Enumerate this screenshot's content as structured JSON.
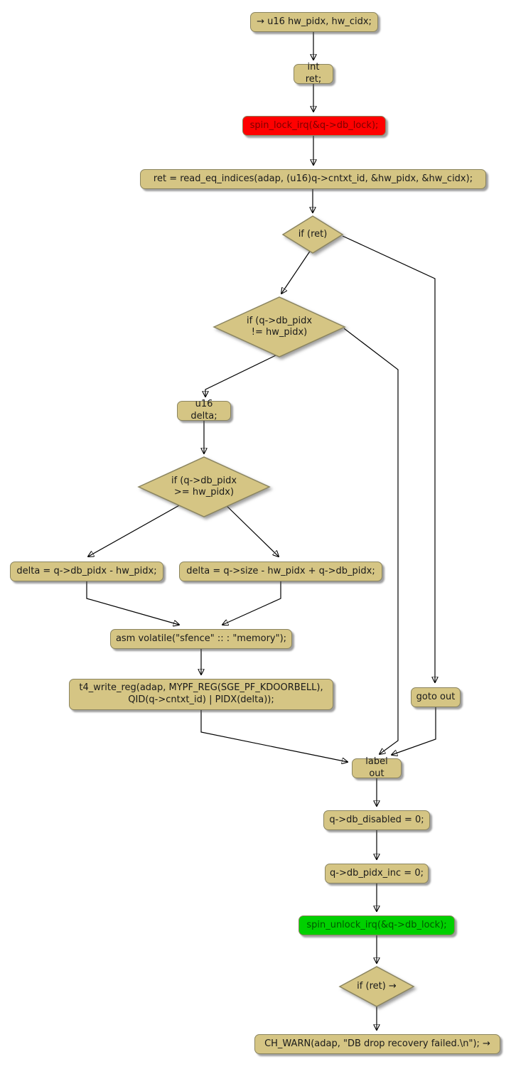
{
  "diagram": {
    "type": "activity-flowchart",
    "subject": "doorbell drop recovery function flow",
    "colors": {
      "node_fill": "#d5c584",
      "node_border": "#8b8560",
      "lock_fill": "#ff0000",
      "unlock_fill": "#00d000",
      "arrow": "#000000"
    }
  },
  "nodes": {
    "start_vars": {
      "text": "→ u16 hw_pidx, hw_cidx;"
    },
    "int_ret": {
      "text": "int ret;"
    },
    "spin_lock": {
      "text": "spin_lock_irq(&q->db_lock);"
    },
    "read_eq": {
      "text": "ret = read_eq_indices(adap, (u16)q->cntxt_id, &hw_pidx, &hw_cidx);"
    },
    "if_ret": {
      "text": "if (ret)"
    },
    "if_pidx_ne": {
      "text": "if (q->db_pidx\n!= hw_pidx)"
    },
    "u16_delta": {
      "text": "u16 delta;"
    },
    "if_pidx_ge": {
      "text": "if (q->db_pidx\n>= hw_pidx)"
    },
    "delta_sub": {
      "text": "delta = q->db_pidx - hw_pidx;"
    },
    "delta_wrap": {
      "text": "delta = q->size - hw_pidx + q->db_pidx;"
    },
    "asm_sfence": {
      "text": "asm volatile(\"sfence\" :: : \"memory\");"
    },
    "t4_write_reg": {
      "text": "t4_write_reg(adap, MYPF_REG(SGE_PF_KDOORBELL),\nQID(q->cntxt_id) | PIDX(delta));"
    },
    "goto_out": {
      "text": "goto out"
    },
    "label_out": {
      "text": "label out"
    },
    "db_disabled": {
      "text": "q->db_disabled = 0;"
    },
    "db_pidx_inc": {
      "text": "q->db_pidx_inc = 0;"
    },
    "spin_unlock": {
      "text": "spin_unlock_irq(&q->db_lock);"
    },
    "if_ret_end": {
      "text": "if (ret) →"
    },
    "ch_warn": {
      "text": "CH_WARN(adap, \"DB drop recovery failed.\\n\"); →"
    }
  }
}
